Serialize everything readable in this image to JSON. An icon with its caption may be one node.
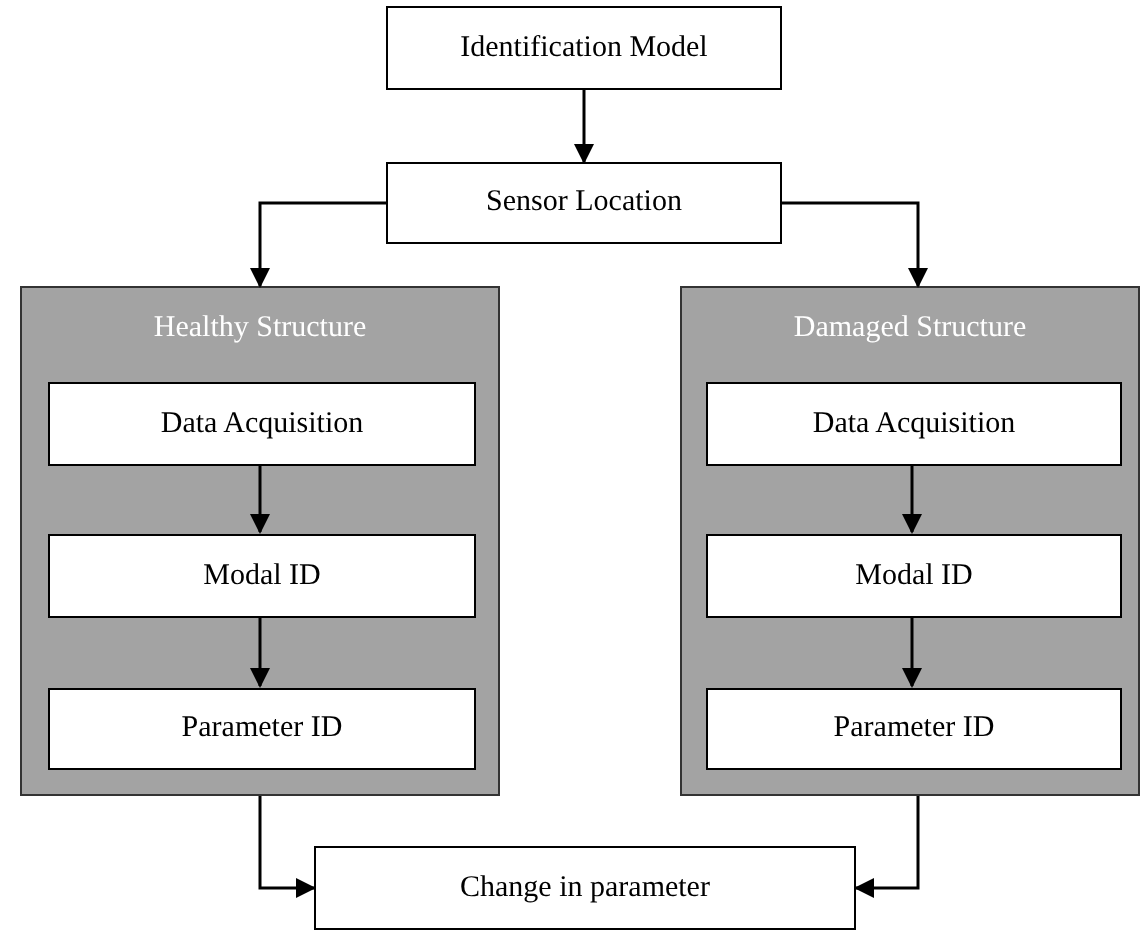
{
  "diagram": {
    "nodes": [
      {
        "text": [
          "Identification Model"
        ]
      },
      {
        "text": [
          "Sensor Location"
        ]
      },
      {
        "text": [
          "Healthy Structure"
        ]
      },
      {
        "text": [
          "Data Acquisition"
        ],
        "in": 2
      },
      {
        "text": [
          "Modal ID"
        ],
        "in": 2
      },
      {
        "text": [
          "Parameter ID"
        ],
        "in": 2
      },
      {
        "text": [
          "Damaged Structure"
        ]
      },
      {
        "text": [
          "Data Acquisition"
        ],
        "in": 6
      },
      {
        "text": [
          "Modal ID"
        ],
        "in": 6
      },
      {
        "text": [
          "Parameter ID"
        ],
        "in": 6
      },
      {
        "text": [
          "Change in parameter"
        ]
      }
    ],
    "edges": [
      {
        "from": 0,
        "to": 1,
        "arrow": "to"
      },
      {
        "from": 1,
        "to": 2,
        "arrow": "to"
      },
      {
        "from": 1,
        "to": 6,
        "arrow": "to"
      },
      {
        "from": 3,
        "to": 4,
        "arrow": "to"
      },
      {
        "from": 4,
        "to": 5,
        "arrow": "to"
      },
      {
        "from": 7,
        "to": 8,
        "arrow": "to"
      },
      {
        "from": 8,
        "to": 9,
        "arrow": "to"
      },
      {
        "from": 2,
        "to": 10,
        "arrow": "to"
      },
      {
        "from": 6,
        "to": 10,
        "arrow": "to"
      }
    ]
  }
}
